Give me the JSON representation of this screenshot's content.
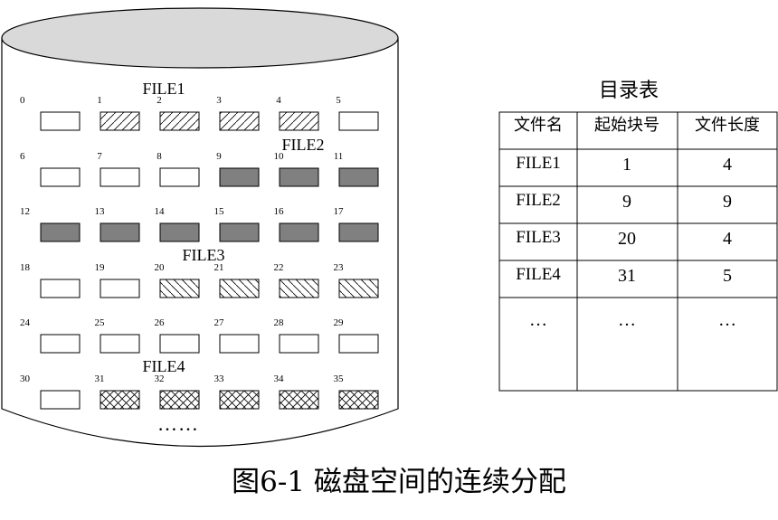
{
  "disk": {
    "blocks": [
      {
        "n": "0",
        "state": "free"
      },
      {
        "n": "1",
        "state": "file1"
      },
      {
        "n": "2",
        "state": "file1"
      },
      {
        "n": "3",
        "state": "file1"
      },
      {
        "n": "4",
        "state": "file1"
      },
      {
        "n": "5",
        "state": "free"
      },
      {
        "n": "6",
        "state": "free"
      },
      {
        "n": "7",
        "state": "free"
      },
      {
        "n": "8",
        "state": "free"
      },
      {
        "n": "9",
        "state": "file2"
      },
      {
        "n": "10",
        "state": "file2"
      },
      {
        "n": "11",
        "state": "file2"
      },
      {
        "n": "12",
        "state": "file2"
      },
      {
        "n": "13",
        "state": "file2"
      },
      {
        "n": "14",
        "state": "file2"
      },
      {
        "n": "15",
        "state": "file2"
      },
      {
        "n": "16",
        "state": "file2"
      },
      {
        "n": "17",
        "state": "file2"
      },
      {
        "n": "18",
        "state": "free"
      },
      {
        "n": "19",
        "state": "free"
      },
      {
        "n": "20",
        "state": "file3"
      },
      {
        "n": "21",
        "state": "file3"
      },
      {
        "n": "22",
        "state": "file3"
      },
      {
        "n": "23",
        "state": "file3"
      },
      {
        "n": "24",
        "state": "free"
      },
      {
        "n": "25",
        "state": "free"
      },
      {
        "n": "26",
        "state": "free"
      },
      {
        "n": "27",
        "state": "free"
      },
      {
        "n": "28",
        "state": "free"
      },
      {
        "n": "29",
        "state": "free"
      },
      {
        "n": "30",
        "state": "free"
      },
      {
        "n": "31",
        "state": "file4"
      },
      {
        "n": "32",
        "state": "file4"
      },
      {
        "n": "33",
        "state": "file4"
      },
      {
        "n": "34",
        "state": "file4"
      },
      {
        "n": "35",
        "state": "file4"
      }
    ],
    "file_labels": [
      "FILE1",
      "FILE2",
      "FILE3",
      "FILE4"
    ],
    "more": "……"
  },
  "directory": {
    "title": "目录表",
    "headers": [
      "文件名",
      "起始块号",
      "文件长度"
    ],
    "rows": [
      [
        "FILE1",
        "1",
        "4"
      ],
      [
        "FILE2",
        "9",
        "9"
      ],
      [
        "FILE3",
        "20",
        "4"
      ],
      [
        "FILE4",
        "31",
        "5"
      ],
      [
        "…",
        "…",
        "…"
      ]
    ]
  },
  "caption": "图6-1  磁盘空间的连续分配",
  "colors": {
    "filled": "#808080",
    "stroke": "#000000",
    "top": "#d9d9d9"
  }
}
